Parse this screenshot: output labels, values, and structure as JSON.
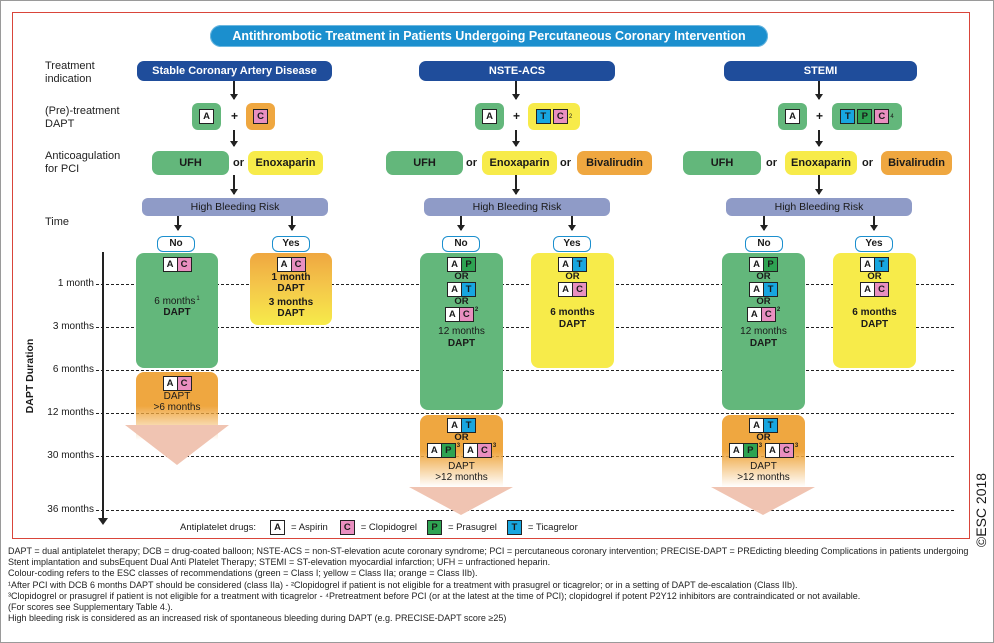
{
  "title": "Antithrombotic Treatment in Patients Undergoing Percutaneous Coronary Intervention",
  "row_labels": {
    "indication": [
      "Treatment",
      "indication"
    ],
    "pretreatment": [
      "(Pre)-treatment",
      "DAPT"
    ],
    "anticoagulation": [
      "Anticoagulation",
      "for PCI"
    ],
    "time": "Time"
  },
  "axis_label": "DAPT Duration",
  "time_ticks": [
    "1 month",
    "3 months",
    "6 months",
    "12 months",
    "30 months",
    "36 months"
  ],
  "colors": {
    "class_I": "#63b77b",
    "class_IIa": "#f7eb4a",
    "class_IIb": "#efa740",
    "indication": "#1f4d9b",
    "title": "#1b8fce",
    "hbr": "#8f9bc7",
    "aspirin": "#ffffff",
    "clopidogrel": "#e98fc0",
    "prasugrel": "#2ea352",
    "ticagrelor": "#17a6e0"
  },
  "plus": "+",
  "or": "or",
  "OR": "OR",
  "hbr": "High Bleeding Risk",
  "no": "No",
  "yes": "Yes",
  "drugs": {
    "A": "A",
    "C": "C",
    "P": "P",
    "T": "T"
  },
  "columns": [
    {
      "indication": "Stable Coronary Artery Disease",
      "anticoag": [
        "UFH",
        "Enoxaparin"
      ],
      "no_box": {
        "text1": "6 months",
        "sup": "1",
        "text2": "DAPT"
      },
      "yes_box": {
        "text1": "1 month",
        "text2": "DAPT",
        "text3": "3 months",
        "text4": "DAPT"
      },
      "ext_box": {
        "text1": "DAPT",
        "text2": ">6 months"
      }
    },
    {
      "indication": "NSTE-ACS",
      "pre_sup": "2",
      "anticoag": [
        "UFH",
        "Enoxaparin",
        "Bivalirudin"
      ],
      "no_box": {
        "sup": "2",
        "text1": "12 months",
        "text2": "DAPT"
      },
      "yes_box": {
        "text1": "6 months",
        "text2": "DAPT"
      },
      "ext_box": {
        "sup": "3",
        "text1": "DAPT",
        "text2": ">12 months"
      }
    },
    {
      "indication": "STEMI",
      "pre_sup": "4",
      "anticoag": [
        "UFH",
        "Enoxaparin",
        "Bivalirudin"
      ],
      "no_box": {
        "sup": "2",
        "text1": "12 months",
        "text2": "DAPT"
      },
      "yes_box": {
        "text1": "6 months",
        "text2": "DAPT"
      },
      "ext_box": {
        "sup": "3",
        "text1": "DAPT",
        "text2": ">12 months"
      }
    }
  ],
  "legend": {
    "label": "Antiplatelet drugs:",
    "items": [
      {
        "key": "A",
        "name": "= Aspirin"
      },
      {
        "key": "C",
        "name": "= Clopidogrel"
      },
      {
        "key": "P",
        "name": "= Prasugrel"
      },
      {
        "key": "T",
        "name": "= Ticagrelor"
      }
    ]
  },
  "copyright": "©ESC 2018",
  "footnotes": [
    "DAPT = dual antiplatelet therapy; DCB = drug-coated balloon; NSTE-ACS = non-ST-elevation acute coronary syndrome; PCI = percutaneous coronary intervention; PRECISE-DAPT = PREdicting bleeding Complications in patients undergoing",
    "Stent implantation and subsEquent Dual Anti Platelet Therapy; STEMI = ST-elevation myocardial infarction; UFH = unfractioned heparin.",
    "Colour-coding refers to the ESC classes of recommendations (green = Class I; yellow = Class IIa; orange = Class IIb).",
    "¹After PCI with DCB 6 months DAPT should be considered (class IIa) - ²Clopidogrel if patient is not eligible for a treatment with prasugrel or ticagrelor; or in a setting of DAPT de-escalation (Class IIb).",
    "³Clopidogrel or prasugrel if patient is not eligible for a treatment with ticagrelor - ⁴Pretreatment before PCI (or at the latest at the time of PCI); clopidogrel if potent P2Y12 inhibitors are contraindicated or not available.",
    "(For scores see Supplementary Table 4.).",
    "High bleeding risk is considered as an increased risk of spontaneous bleeding during DAPT (e.g. PRECISE-DAPT score ≥25)"
  ]
}
